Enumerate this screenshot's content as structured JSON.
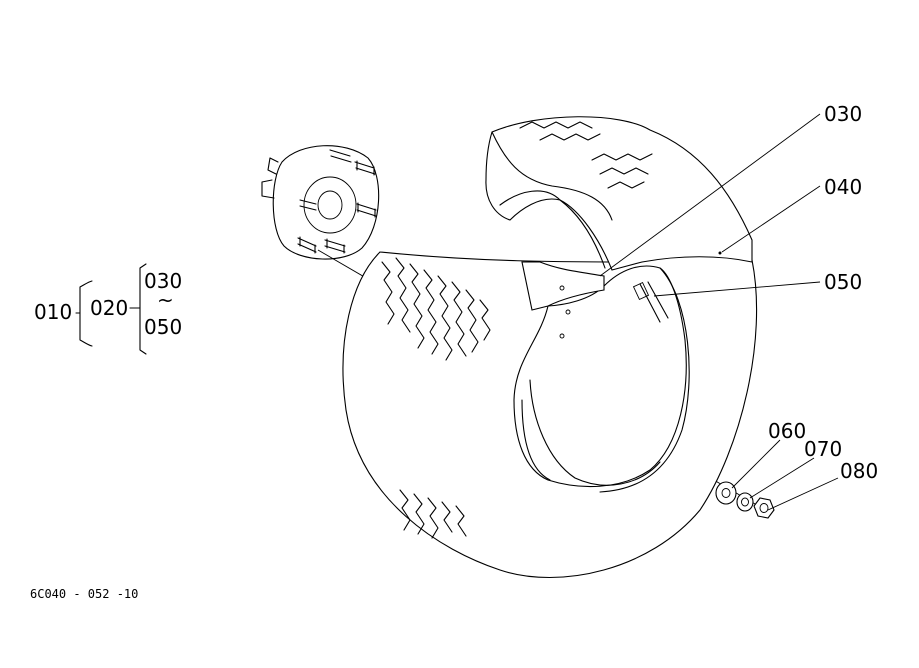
{
  "callouts": {
    "p030": "030",
    "p040": "040",
    "p050": "050",
    "p060": "060",
    "p070": "070",
    "p080": "080"
  },
  "tree": {
    "root": "010",
    "sub": "020",
    "range_start": "030",
    "range_sep": "~",
    "range_end": "050"
  },
  "drawing_code": "6C040 - 052 -10"
}
